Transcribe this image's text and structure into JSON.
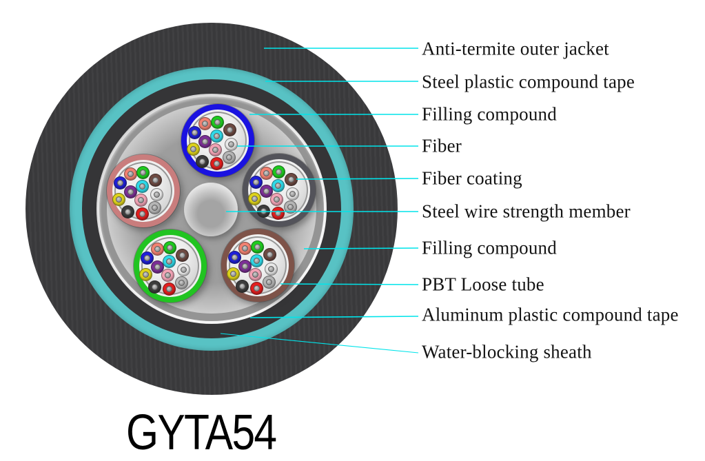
{
  "title": "GYTA54",
  "leader_color": "#00e4ea",
  "callouts": [
    {
      "label": "Anti-termite outer jacket"
    },
    {
      "label": "Steel plastic compound tape"
    },
    {
      "label": "Filling compound"
    },
    {
      "label": "Fiber"
    },
    {
      "label": "Fiber coating"
    },
    {
      "label": "Steel wire strength member"
    },
    {
      "label": "Filling compound"
    },
    {
      "label": "PBT Loose tube"
    },
    {
      "label": "Aluminum plastic compound tape"
    },
    {
      "label": "Water-blocking sheath"
    }
  ],
  "cable": {
    "outer_jacket_color": "#3a3a3c",
    "steel_plastic_tape_color": "#58c2c4",
    "water_blocking_sheath_color": "#353537",
    "aluminum_tape_color": "#949494",
    "loose_tubes": [
      {
        "name": "loose-tube-blue",
        "color": "#1a12e0",
        "position": "top"
      },
      {
        "name": "loose-tube-rose",
        "color": "#c97d7d",
        "position": "upper-left"
      },
      {
        "name": "loose-tube-slate",
        "color": "#53535a",
        "position": "upper-right"
      },
      {
        "name": "loose-tube-green",
        "color": "#21c421",
        "position": "lower-left"
      },
      {
        "name": "loose-tube-brown",
        "color": "#7e5349",
        "position": "lower-right"
      }
    ],
    "fibers": [
      {
        "name": "orange",
        "color": "#f28272"
      },
      {
        "name": "green",
        "color": "#1ecb1e"
      },
      {
        "name": "brown",
        "color": "#6e4a42"
      },
      {
        "name": "blue",
        "color": "#1f1fd9"
      },
      {
        "name": "aqua",
        "color": "#2fd9e8"
      },
      {
        "name": "violet",
        "color": "#7c2f96"
      },
      {
        "name": "white",
        "color": "#e8e8e8"
      },
      {
        "name": "yellow",
        "color": "#ddd21c"
      },
      {
        "name": "rose",
        "color": "#f2a3b5"
      },
      {
        "name": "slate",
        "color": "#b5b5b5"
      },
      {
        "name": "black",
        "color": "#3c3c3c"
      },
      {
        "name": "red",
        "color": "#e31e1e"
      }
    ]
  }
}
